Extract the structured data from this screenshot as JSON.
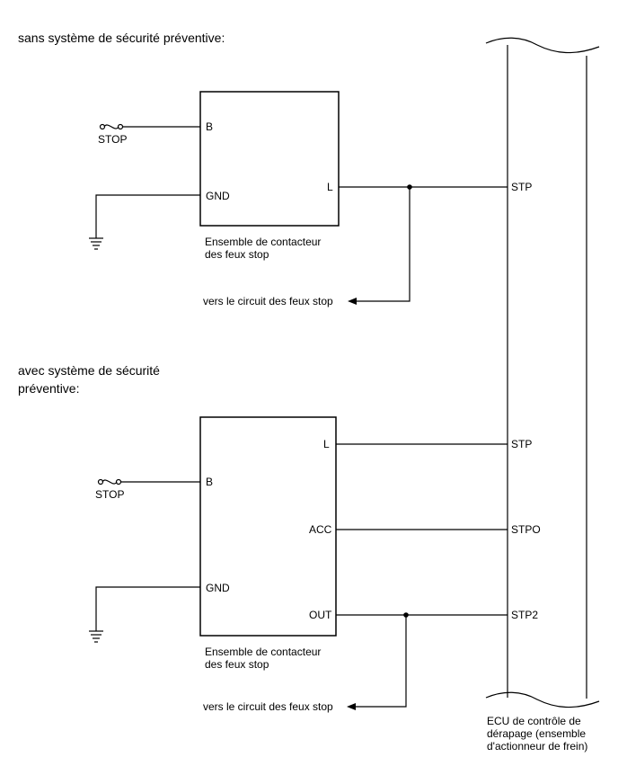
{
  "headings": {
    "without": "sans système de sécurité préventive:",
    "with_line1": "avec système de sécurité",
    "with_line2": "préventive:"
  },
  "upper": {
    "fuse_label": "STOP",
    "pins": {
      "b": "B",
      "gnd": "GND",
      "l": "L"
    },
    "switch_caption_line1": "Ensemble de contacteur",
    "switch_caption_line2": "des feux stop",
    "arrow_label": "vers le circuit des feux stop",
    "ecu_terminal": "STP"
  },
  "lower": {
    "fuse_label": "STOP",
    "pins": {
      "b": "B",
      "gnd": "GND",
      "l": "L",
      "acc": "ACC",
      "out": "OUT"
    },
    "switch_caption_line1": "Ensemble de contacteur",
    "switch_caption_line2": "des feux stop",
    "arrow_label": "vers le circuit des feux stop",
    "ecu_terminals": {
      "stp": "STP",
      "stpo": "STPO",
      "stp2": "STP2"
    }
  },
  "ecu": {
    "caption_line1": "ECU de contrôle de",
    "caption_line2": "dérapage (ensemble",
    "caption_line3": "d'actionneur de frein)"
  }
}
